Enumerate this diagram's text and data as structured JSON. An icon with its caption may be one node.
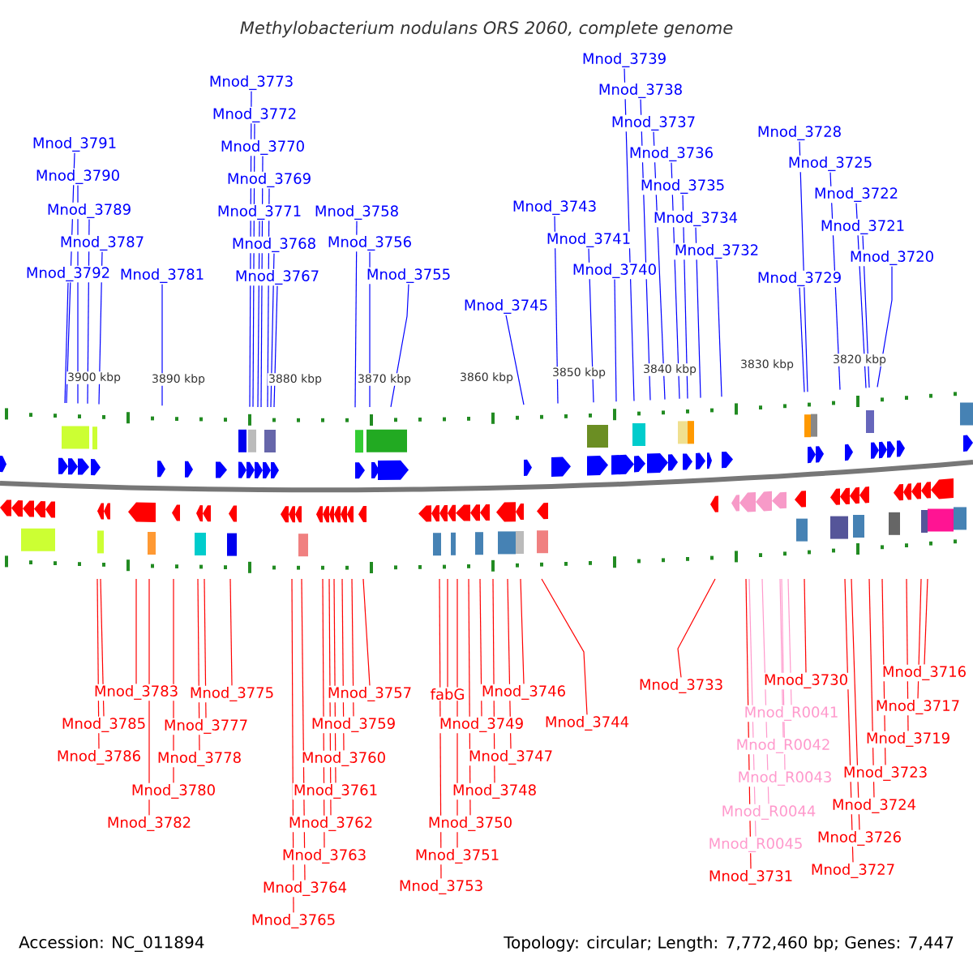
{
  "diagram": {
    "title": "*Methylobacterium nodulans* ORS 2060, complete genome",
    "nodes": [
      {
        "text": [
          "Mnod_3739"
        ]
      },
      {
        "text": [
          "Mnod_3773"
        ]
      },
      {
        "text": [
          "Mnod_3738"
        ]
      },
      {
        "text": [
          "Mnod_3772"
        ]
      },
      {
        "text": [
          "Mnod_3737"
        ]
      },
      {
        "text": [
          "Mnod_3728"
        ]
      },
      {
        "text": [
          "Mnod_3791"
        ]
      },
      {
        "text": [
          "Mnod_3770"
        ]
      },
      {
        "text": [
          "Mnod_3736"
        ]
      },
      {
        "text": [
          "Mnod_3725"
        ]
      },
      {
        "text": [
          "Mnod_3790"
        ]
      },
      {
        "text": [
          "Mnod_3769"
        ]
      },
      {
        "text": [
          "Mnod_3735"
        ]
      },
      {
        "text": [
          "Mnod_3722"
        ]
      },
      {
        "text": [
          "Mnod_3743"
        ]
      },
      {
        "text": [
          "Mnod_3789"
        ]
      },
      {
        "text": [
          "Mnod_3771"
        ]
      },
      {
        "text": [
          "Mnod_3758"
        ]
      },
      {
        "text": [
          "Mnod_3734"
        ]
      },
      {
        "text": [
          "Mnod_3721"
        ]
      },
      {
        "text": [
          "Mnod_3741"
        ]
      },
      {
        "text": [
          "Mnod_3787"
        ]
      },
      {
        "text": [
          "Mnod_3768"
        ]
      },
      {
        "text": [
          "Mnod_3756"
        ]
      },
      {
        "text": [
          "Mnod_3732"
        ]
      },
      {
        "text": [
          "Mnod_3720"
        ]
      },
      {
        "text": [
          "Mnod_3740"
        ]
      },
      {
        "text": [
          "Mnod_3792"
        ]
      },
      {
        "text": [
          "Mnod_3781"
        ]
      },
      {
        "text": [
          "Mnod_3767"
        ]
      },
      {
        "text": [
          "Mnod_3729"
        ]
      },
      {
        "text": [
          "Mnod_3755"
        ]
      },
      {
        "text": [
          "Mnod_3745"
        ]
      },
      {
        "text": [
          "Mnod_3746"
        ]
      },
      {
        "text": [
          "Mnod_3783"
        ]
      },
      {
        "text": [
          "Mnod_3775"
        ]
      },
      {
        "text": [
          "Mnod_3757"
        ]
      },
      {
        "text": [
          "fabG"
        ]
      },
      {
        "text": [
          "Mnod_3730"
        ]
      },
      {
        "text": [
          "Mnod_3716"
        ]
      },
      {
        "text": [
          "Mnod_3733"
        ]
      },
      {
        "text": [
          "Mnod_3717"
        ]
      },
      {
        "text": [
          "Mnod_R0041"
        ]
      },
      {
        "text": [
          "Mnod_3744"
        ]
      },
      {
        "text": [
          "Mnod_3785"
        ]
      },
      {
        "text": [
          "Mnod_3777"
        ]
      },
      {
        "text": [
          "Mnod_3759"
        ]
      },
      {
        "text": [
          "Mnod_3749"
        ]
      },
      {
        "text": [
          "Mnod_3719"
        ]
      },
      {
        "text": [
          "Mnod_R0042"
        ]
      },
      {
        "text": [
          "Mnod_3786"
        ]
      },
      {
        "text": [
          "Mnod_3778"
        ]
      },
      {
        "text": [
          "Mnod_3760"
        ]
      },
      {
        "text": [
          "Mnod_3747"
        ]
      },
      {
        "text": [
          "Mnod_3723"
        ]
      },
      {
        "text": [
          "Mnod_R0043"
        ]
      },
      {
        "text": [
          "Mnod_3780"
        ]
      },
      {
        "text": [
          "Mnod_3761"
        ]
      },
      {
        "text": [
          "Mnod_3748"
        ]
      },
      {
        "text": [
          "Mnod_3724"
        ]
      },
      {
        "text": [
          "Mnod_R0044"
        ]
      },
      {
        "text": [
          "Mnod_3782"
        ]
      },
      {
        "text": [
          "Mnod_3762"
        ]
      },
      {
        "text": [
          "Mnod_3750"
        ]
      },
      {
        "text": [
          "Mnod_3726"
        ]
      },
      {
        "text": [
          "Mnod_R0045"
        ]
      },
      {
        "text": [
          "Mnod_3763"
        ]
      },
      {
        "text": [
          "Mnod_3751"
        ]
      },
      {
        "text": [
          "Mnod_3731"
        ]
      },
      {
        "text": [
          "Mnod_3727"
        ]
      },
      {
        "text": [
          "Mnod_3753"
        ]
      },
      {
        "text": [
          "Mnod_3764"
        ]
      },
      {
        "text": [
          "Mnod_3765"
        ]
      }
    ],
    "edges": [
      {
        "from": 0,
        "to": null,
        "arrow": "none",
        "color": "#0000ff"
      },
      {
        "from": 1,
        "to": null,
        "arrow": "none",
        "color": "#0000ff"
      },
      {
        "from": 2,
        "to": null,
        "arrow": "none",
        "color": "#0000ff"
      },
      {
        "from": 3,
        "to": null,
        "arrow": "none",
        "color": "#0000ff"
      },
      {
        "from": 4,
        "to": null,
        "arrow": "none",
        "color": "#0000ff"
      },
      {
        "from": 5,
        "to": null,
        "arrow": "none",
        "color": "#0000ff"
      },
      {
        "from": 6,
        "to": null,
        "arrow": "none",
        "color": "#0000ff"
      },
      {
        "from": 7,
        "to": null,
        "arrow": "none",
        "color": "#0000ff"
      },
      {
        "from": 8,
        "to": null,
        "arrow": "none",
        "color": "#0000ff"
      },
      {
        "from": 9,
        "to": null,
        "arrow": "none",
        "color": "#0000ff"
      },
      {
        "from": 10,
        "to": null,
        "arrow": "none",
        "color": "#0000ff"
      },
      {
        "from": 11,
        "to": null,
        "arrow": "none",
        "color": "#0000ff"
      },
      {
        "from": 12,
        "to": null,
        "arrow": "none",
        "color": "#0000ff"
      },
      {
        "from": 13,
        "to": null,
        "arrow": "none",
        "color": "#0000ff"
      },
      {
        "from": 14,
        "to": null,
        "arrow": "none",
        "color": "#0000ff"
      },
      {
        "from": 15,
        "to": null,
        "arrow": "none",
        "color": "#0000ff"
      },
      {
        "from": 16,
        "to": null,
        "arrow": "none",
        "color": "#0000ff"
      },
      {
        "from": 17,
        "to": null,
        "arrow": "none",
        "color": "#0000ff"
      },
      {
        "from": 18,
        "to": null,
        "arrow": "none",
        "color": "#0000ff"
      },
      {
        "from": 19,
        "to": null,
        "arrow": "none",
        "color": "#0000ff"
      },
      {
        "from": 20,
        "to": null,
        "arrow": "none",
        "color": "#0000ff"
      },
      {
        "from": 21,
        "to": null,
        "arrow": "none",
        "color": "#0000ff"
      },
      {
        "from": 22,
        "to": null,
        "arrow": "none",
        "color": "#0000ff"
      },
      {
        "from": 23,
        "to": null,
        "arrow": "none",
        "color": "#0000ff"
      },
      {
        "from": 24,
        "to": null,
        "arrow": "none",
        "color": "#0000ff"
      },
      {
        "from": 25,
        "to": null,
        "arrow": "none",
        "color": "#0000ff"
      },
      {
        "from": 26,
        "to": null,
        "arrow": "none",
        "color": "#0000ff"
      },
      {
        "from": 27,
        "to": null,
        "arrow": "none",
        "color": "#0000ff"
      },
      {
        "from": 28,
        "to": null,
        "arrow": "none",
        "color": "#0000ff"
      },
      {
        "from": 29,
        "to": null,
        "arrow": "none",
        "color": "#0000ff"
      },
      {
        "from": 30,
        "to": null,
        "arrow": "none",
        "color": "#0000ff"
      },
      {
        "from": 31,
        "to": null,
        "arrow": "none",
        "color": "#0000ff"
      },
      {
        "from": 32,
        "to": null,
        "arrow": "none",
        "color": "#0000ff"
      },
      {
        "from": 33,
        "to": null,
        "arrow": "none"
      },
      {
        "from": 34,
        "to": null,
        "arrow": "none"
      },
      {
        "from": 35,
        "to": null,
        "arrow": "none"
      },
      {
        "from": 36,
        "to": null,
        "arrow": "none"
      },
      {
        "from": 37,
        "to": null,
        "arrow": "none"
      },
      {
        "from": 38,
        "to": null,
        "arrow": "none"
      },
      {
        "from": 39,
        "to": null,
        "arrow": "none"
      },
      {
        "from": 40,
        "to": null,
        "arrow": "none"
      },
      {
        "from": 41,
        "to": null,
        "arrow": "none"
      },
      {
        "from": 42,
        "to": null,
        "arrow": "none",
        "color": "#ff99cc"
      },
      {
        "from": 43,
        "to": null,
        "arrow": "none"
      },
      {
        "from": 44,
        "to": null,
        "arrow": "none"
      },
      {
        "from": 45,
        "to": null,
        "arrow": "none"
      },
      {
        "from": 46,
        "to": null,
        "arrow": "none"
      },
      {
        "from": 47,
        "to": null,
        "arrow": "none"
      },
      {
        "from": 48,
        "to": null,
        "arrow": "none"
      },
      {
        "from": 49,
        "to": null,
        "arrow": "none",
        "color": "#ff99cc"
      },
      {
        "from": 50,
        "to": null,
        "arrow": "none"
      },
      {
        "from": 51,
        "to": null,
        "arrow": "none"
      },
      {
        "from": 52,
        "to": null,
        "arrow": "none"
      },
      {
        "from": 53,
        "to": null,
        "arrow": "none"
      },
      {
        "from": 54,
        "to": null,
        "arrow": "none"
      },
      {
        "from": 55,
        "to": null,
        "arrow": "none",
        "color": "#ff99cc"
      },
      {
        "from": 56,
        "to": null,
        "arrow": "none"
      },
      {
        "from": 57,
        "to": null,
        "arrow": "none"
      },
      {
        "from": 58,
        "to": null,
        "arrow": "none"
      },
      {
        "from": 59,
        "to": null,
        "arrow": "none"
      },
      {
        "from": 60,
        "to": null,
        "arrow": "none",
        "color": "#ff99cc"
      },
      {
        "from": 61,
        "to": null,
        "arrow": "none"
      },
      {
        "from": 62,
        "to": null,
        "arrow": "none"
      },
      {
        "from": 63,
        "to": null,
        "arrow": "none"
      },
      {
        "from": 64,
        "to": null,
        "arrow": "none"
      },
      {
        "from": 65,
        "to": null,
        "arrow": "none",
        "color": "#ff99cc"
      },
      {
        "from": 66,
        "to": null,
        "arrow": "none"
      },
      {
        "from": 67,
        "to": null,
        "arrow": "none"
      },
      {
        "from": 68,
        "to": null,
        "arrow": "none"
      },
      {
        "from": 69,
        "to": null,
        "arrow": "none"
      },
      {
        "from": 70,
        "to": null,
        "arrow": "none"
      },
      {
        "from": 71,
        "to": null,
        "arrow": "none"
      },
      {
        "from": 72,
        "to": null,
        "arrow": "none"
      }
    ],
    "labels": [
      "3900 kbp",
      "3890 kbp",
      "3880 kbp",
      "3870 kbp",
      "3860 kbp",
      "3850 kbp",
      "3840 kbp",
      "3830 kbp",
      "3820 kbp",
      "Accession: NC_011894",
      "Topology: circular; Length: 7,772,460 bp; Genes: 7,447"
    ]
  }
}
